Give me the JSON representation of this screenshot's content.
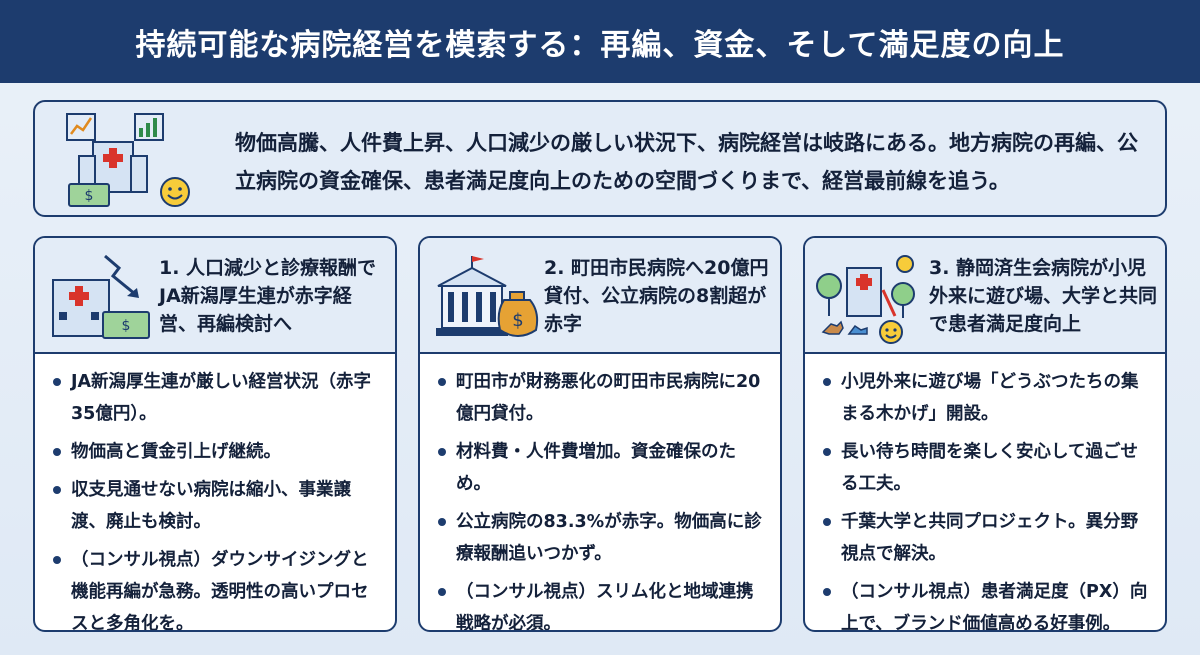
{
  "header": {
    "title": "持続可能な病院経営を模索する：再編、資金、そして満足度の向上"
  },
  "intro": {
    "icon": "hospital-finance-icon",
    "text": "物価高騰、人件費上昇、人口減少の厳しい状況下、病院経営は岐路にある。地方病院の再編、公立病院の資金確保、患者満足度向上のための空間づくりまで、経営最前線を追う。"
  },
  "cards": [
    {
      "icon": "hospital-decline-icon",
      "title": "1. 人口減少と診療報酬でJA新潟厚生連が赤字経営、再編検討へ",
      "bullets": [
        "JA新潟厚生連が厳しい経営状況（赤字35億円）。",
        "物価高と賃金引上げ継続。",
        "収支見通せない病院は縮小、事業譲渡、廃止も検討。",
        "（コンサル視点）ダウンサイジングと機能再編が急務。透明性の高いプロセスと多角化を。"
      ]
    },
    {
      "icon": "city-hall-money-icon",
      "title": "2. 町田市民病院へ20億円貸付、公立病院の8割超が赤字",
      "bullets": [
        "町田市が財務悪化の町田市民病院に20億円貸付。",
        "材料費・人件費増加。資金確保のため。",
        "公立病院の83.3%が赤字。物価高に診療報酬追いつかず。",
        "（コンサル視点）スリム化と地域連携戦略が必須。"
      ]
    },
    {
      "icon": "hospital-playground-icon",
      "title": "3. 静岡済生会病院が小児外来に遊び場、大学と共同で患者満足度向上",
      "bullets": [
        "小児外来に遊び場「どうぶつたちの集まる木かげ」開設。",
        "長い待ち時間を楽しく安心して過ごせる工夫。",
        "千葉大学と共同プロジェクト。異分野視点で解決。",
        "（コンサル視点）患者満足度（PX）向上で、ブランド価値高める好事例。"
      ]
    }
  ]
}
